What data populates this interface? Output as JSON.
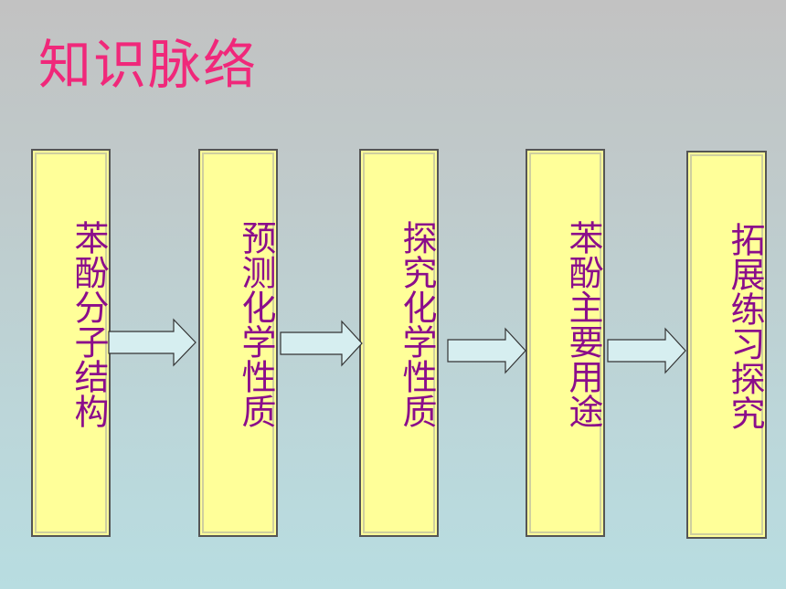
{
  "title": "知识脉络",
  "steps": [
    {
      "label": "苯酚分子结构"
    },
    {
      "label": "预测化学性质"
    },
    {
      "label": "探究化学性质"
    },
    {
      "label": "苯酚主要用途"
    },
    {
      "label": "拓展练习探究"
    }
  ],
  "colors": {
    "title": "#f0287a",
    "box_fill": "#ffff99",
    "box_text": "#8b0d8b",
    "arrow_fill": "#d6eef0"
  }
}
